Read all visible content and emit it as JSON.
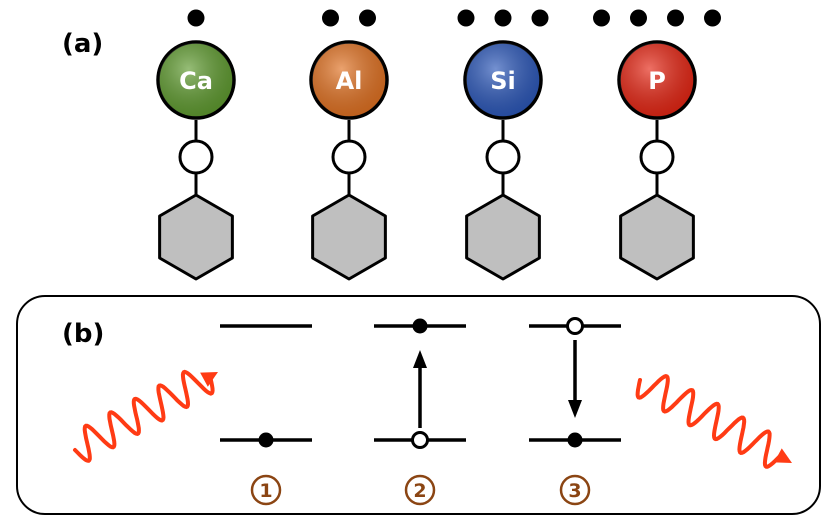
{
  "panel_a": {
    "label": "(a)",
    "atoms": [
      {
        "symbol": "Ca",
        "electrons": 1,
        "color": "#5e9a2e"
      },
      {
        "symbol": "Al",
        "electrons": 2,
        "color": "#e07020"
      },
      {
        "symbol": "Si",
        "electrons": 3,
        "color": "#2a56b8"
      },
      {
        "symbol": "P",
        "electrons": 4,
        "color": "#e52412"
      }
    ],
    "ring_color": "#000000",
    "hexagon_fill": "#bfbfbf"
  },
  "panel_b": {
    "label": "(b)",
    "steps": [
      {
        "number": "1",
        "upper": "empty",
        "lower": "filled",
        "arrow": "none"
      },
      {
        "number": "2",
        "upper": "filled",
        "lower": "hole",
        "arrow": "up"
      },
      {
        "number": "3",
        "upper": "hole",
        "lower": "filled",
        "arrow": "down"
      }
    ],
    "step_label_color": "#8b4513",
    "wave_color": "#ff3b14"
  }
}
